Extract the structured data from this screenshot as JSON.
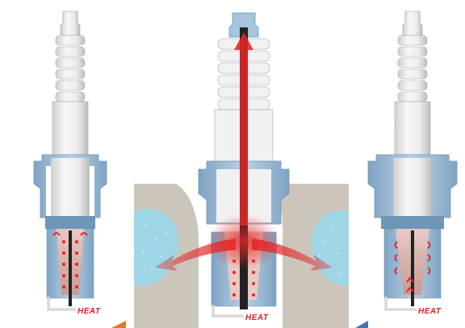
{
  "plugs": [
    {
      "id": "left",
      "heat_label": "HEAT"
    },
    {
      "id": "center",
      "heat_label": "HEAT"
    },
    {
      "id": "right",
      "heat_label": "HEAT"
    }
  ],
  "colors": {
    "insulator": "#f1f1f1",
    "insulator_shade": "#c9c9c9",
    "shell": "#a7c4dc",
    "shell_dark": "#6f95b8",
    "head_body": "#ccc5bb",
    "coolant": "#9fd6e6",
    "heat": "#e32626",
    "heat_light": "#f28a8a",
    "core": "#222222"
  }
}
